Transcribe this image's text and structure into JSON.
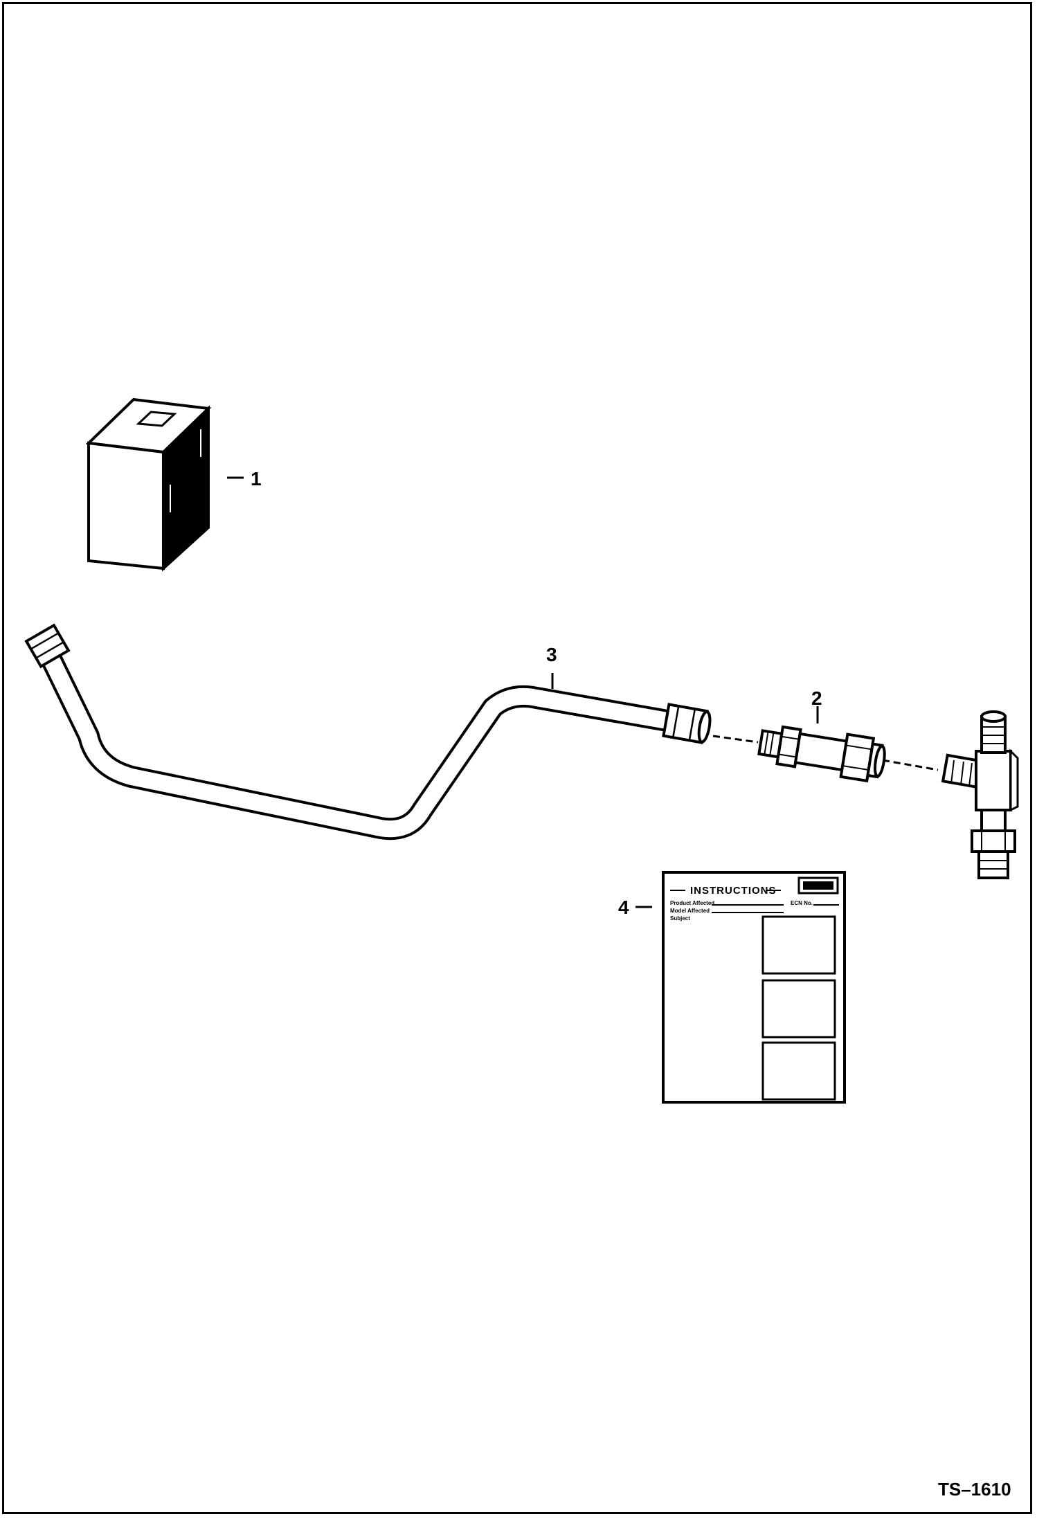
{
  "diagram": {
    "callouts": [
      {
        "id": "1",
        "label": "1"
      },
      {
        "id": "2",
        "label": "2"
      },
      {
        "id": "3",
        "label": "3"
      },
      {
        "id": "4",
        "label": "4"
      }
    ],
    "drawing_code": "TS–1610",
    "instruction_sheet": {
      "title": "INSTRUCTIONS",
      "row1_label": "Product Affected",
      "row2_label": "Model Affected",
      "row3_label": "Subject",
      "corner_label": "ECN No."
    }
  }
}
